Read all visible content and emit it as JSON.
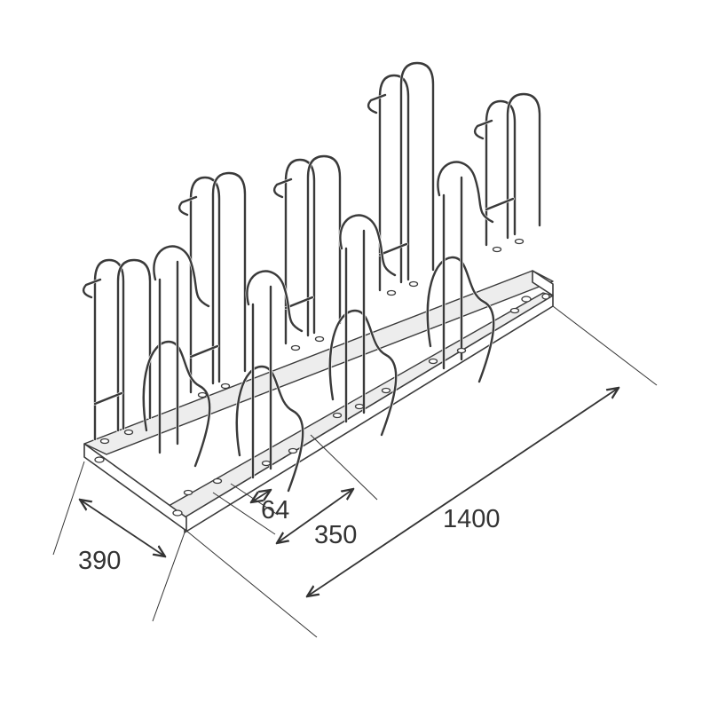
{
  "dimensions": {
    "depth": "390",
    "spacing_small": "64",
    "spacing": "350",
    "length": "1400"
  }
}
